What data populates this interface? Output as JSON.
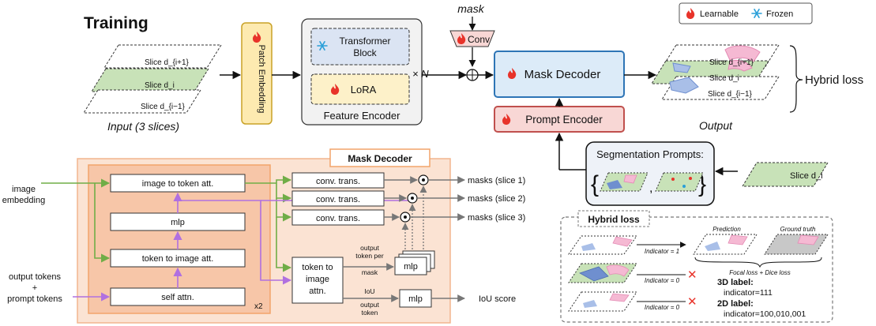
{
  "training": {
    "title": "Training",
    "patch_embedding": "Patch Embedding",
    "transformer_block": [
      "Transformer",
      "Block"
    ],
    "lora": "LoRA",
    "times_n": "× N",
    "feature_encoder": "Feature Encoder",
    "mask_label": "mask",
    "conv": "Conv",
    "mask_decoder": "Mask Decoder",
    "prompt_encoder": "Prompt Encoder",
    "input_caption": "Input (3 slices)",
    "output_caption": "Output",
    "hybrid_loss": "Hybrid loss",
    "input_slices": [
      "Slice d_{i+1}",
      "Slice d_i",
      "Slice d_{i−1}"
    ],
    "output_slices": [
      "Slice d_{i+1}",
      "Slice d_i",
      "Slice d_{i−1}"
    ]
  },
  "legend": {
    "learnable": "Learnable",
    "frozen": "Frozen"
  },
  "decoder_detail": {
    "title": "Mask Decoder",
    "image_embedding": [
      "image",
      "embedding"
    ],
    "output_tokens": [
      "output tokens",
      "+",
      "prompt tokens"
    ],
    "image_to_token": "image to token att.",
    "mlp": "mlp",
    "token_to_image": "token to image att.",
    "self_attn": "self attn.",
    "x2": "x2",
    "conv_trans": [
      "conv. trans.",
      "conv. trans.",
      "conv. trans."
    ],
    "masks": [
      "masks (slice 1)",
      "masks (slice 2)",
      "masks (slice 3)"
    ],
    "token_to_image_attn": [
      "token to",
      "image",
      "attn."
    ],
    "output_token_per_mask": [
      "output",
      "token per",
      "mask"
    ],
    "iou_output_token": [
      "IoU",
      "output",
      "token"
    ],
    "mlp_right": "mlp",
    "mlp_iou": "mlp",
    "iou_score": "IoU score"
  },
  "prompts": {
    "title": "Segmentation Prompts:",
    "comma": ",",
    "slice": "Slice d_i"
  },
  "hybrid_detail": {
    "title": "Hybrid loss",
    "prediction": "Prediction",
    "ground_truth": "Ground truth",
    "indicator_1": "Indicator = 1",
    "indicator_0a": "Indicator = 0",
    "indicator_0b": "Indicator = 0",
    "focal_dice": "Focal loss + Dice loss",
    "label3d": "3D label:",
    "label3d_val": "indicator=111",
    "label2d": "2D label:",
    "label2d_val": "indicator=100,010,001"
  },
  "colors": {
    "learnable": "#e8332a",
    "frozen": "#2a9fd8",
    "decoder_fill": "#dcebf8",
    "decoder_stroke": "#2e75b6",
    "prompt_fill": "#f8d7d5",
    "prompt_stroke": "#c0504d",
    "patch_fill": "#fdeab0",
    "arrow_green": "#70ad47",
    "arrow_purple": "#b070e0",
    "decoder_panel": "#fbe3d3"
  }
}
